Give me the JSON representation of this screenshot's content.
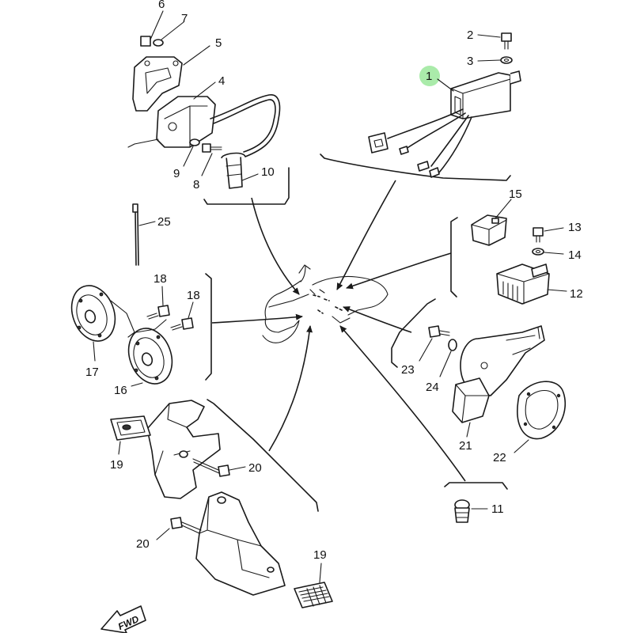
{
  "colors": {
    "highlight": "#9be89b",
    "line": "#1a1a1a"
  },
  "callouts": {
    "c1": "1",
    "c2": "2",
    "c3": "3",
    "c4": "4",
    "c5": "5",
    "c6": "6",
    "c7": "7",
    "c8": "8",
    "c9": "9",
    "c10": "10",
    "c11": "11",
    "c12": "12",
    "c13": "13",
    "c14": "14",
    "c15": "15",
    "c16": "16",
    "c17": "17",
    "c18a": "18",
    "c18b": "18",
    "c19a": "19",
    "c19b": "19",
    "c20a": "20",
    "c20b": "20",
    "c21": "21",
    "c22": "22",
    "c23": "23",
    "c24": "24",
    "c25": "25"
  },
  "direction_mark": "FWD"
}
